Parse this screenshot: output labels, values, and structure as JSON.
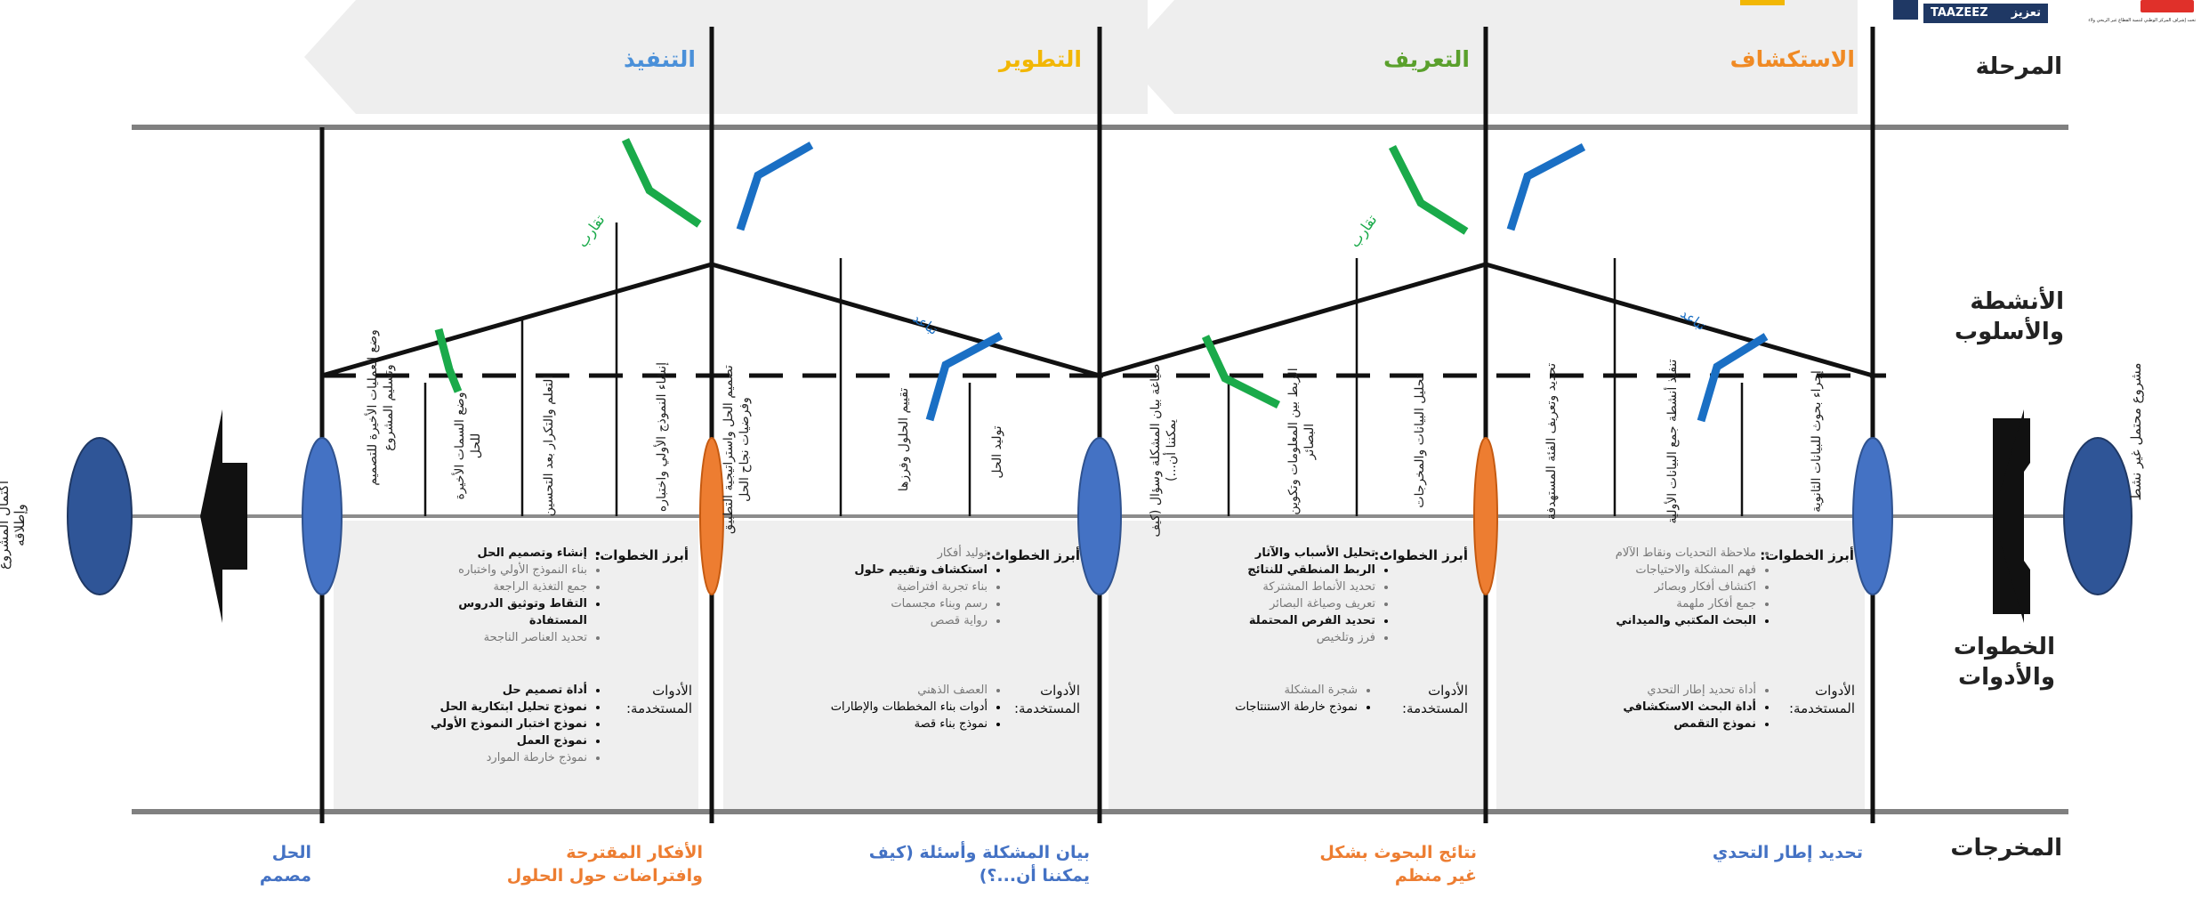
{
  "rows": {
    "phase": "المرحلة",
    "activities": "الأنشطة والأسلوب",
    "steps_tools": "الخطوات والأدوات",
    "outputs": "المخرجات"
  },
  "side": {
    "right": "مشروع محتمل غير نشط",
    "left": "اكتمال المشروع وإطلاقه"
  },
  "logo": {
    "text_en": "TAAZEEZ",
    "text_ar": "تعزيز",
    "caption": "تحت إشراف المركز الوطني لتنمية القطاع غير الربحي ولاء"
  },
  "labels": {
    "converge": "تقارب",
    "diverge": "تباعد"
  },
  "colors": {
    "exploration": "#f08a24",
    "definition": "#5aa02c",
    "development": "#f2b705",
    "execution": "#4a90d9",
    "green_mark": "#1aaa4a",
    "blue_mark": "#1a6fc4",
    "node_blue": "#4472c4",
    "node_orange": "#ed7d31"
  },
  "phases": [
    {
      "title": "الاستكشاف",
      "activities": [
        "إجراء بحوث للبيانات الثانوية",
        "تنفيذ أنشطة جمع البيانات الأولية",
        "تحديد وتعريف الفئة المستهدفة"
      ],
      "steps_heading": "أبرز الخطوات:",
      "steps": [
        "ملاحظة التحديات ونقاط الآلام",
        "فهم المشكلة والاحتياجات",
        "اكتشاف أفكار وبصائر",
        "جمع أفكار ملهمة",
        "البحث المكتبي والميداني"
      ],
      "tools_heading": "الأدوات المستخدمة:",
      "tools": [
        "أداة تحديد إطار التحدي",
        "أداة البحث الاستكشافي",
        "نموذج التقمص"
      ],
      "output": "تحديد إطار التحدي"
    },
    {
      "title": "التعريف",
      "activities": [
        "تحليل البيانات والمخرجات",
        "الربط بين المعلومات وتكوين البصائر",
        "صياغة بيان المشكلة وسؤال (كيف يمكننا أن...)"
      ],
      "steps_heading": "أبرز الخطوات:",
      "steps": [
        "تحليل الأسباب والآثار",
        "الربط المنطقي للنتائج",
        "تحديد الأنماط المشتركة",
        "تعريف وصياغة البصائر",
        "تحديد الفرص المحتملة",
        "فرز وتلخيص"
      ],
      "tools_heading": "الأدوات المستخدمة:",
      "tools": [
        "شجرة المشكلة",
        "نموذج خارطة الاستنتاجات"
      ],
      "output": "نتائج البحوث بشكل غير منظم"
    },
    {
      "title": "التطوير",
      "activities": [
        "توليد الحل",
        "تقييم الحلول وفرزها",
        "تصميم الحل واستراتيجية التطبيق وفرضيات نجاح الحل"
      ],
      "steps_heading": "أبرز الخطوات:",
      "steps": [
        "توليد أفكار",
        "استكشاف وتقييم حلول",
        "بناء تجربة افتراضية",
        "رسم وبناء مجسمات",
        "رواية قصص"
      ],
      "tools_heading": "الأدوات المستخدمة:",
      "tools": [
        "العصف الذهني",
        "أدوات بناء المخططات والإطارات",
        "نموذج بناء قصة"
      ],
      "output": "بيان المشكلة وأسئلة (كيف يمكننا أن...؟)"
    },
    {
      "title": "التنفيذ",
      "activities": [
        "إنشاء النموذج الأولي واختباره",
        "التعلم والتكرار بعد التحسين",
        "وضع السمات الأخيرة للحل",
        "وضع العمليات الأخيرة للتصميم وتسليم المشروع"
      ],
      "steps_heading": "أبرز الخطوات:",
      "steps": [
        "إنشاء وتصميم الحل",
        "بناء النموذج الأولي واختباره",
        "جمع التغذية الراجعة",
        "التقاط وتوثيق الدروس المستفادة",
        "تحديد العناصر الناجحة"
      ],
      "tools_heading": "الأدوات المستخدمة:",
      "tools": [
        "أداة تصميم حل",
        "نموذج تحليل ابتكارية الحل",
        "نموذج اختبار النموذج الأولي",
        "نموذج العمل",
        "نموذج خارطة الموارد"
      ],
      "output": "الأفكار المقترحة وافتراضات حول الحلول"
    }
  ],
  "final_output": "الحل مصمم"
}
